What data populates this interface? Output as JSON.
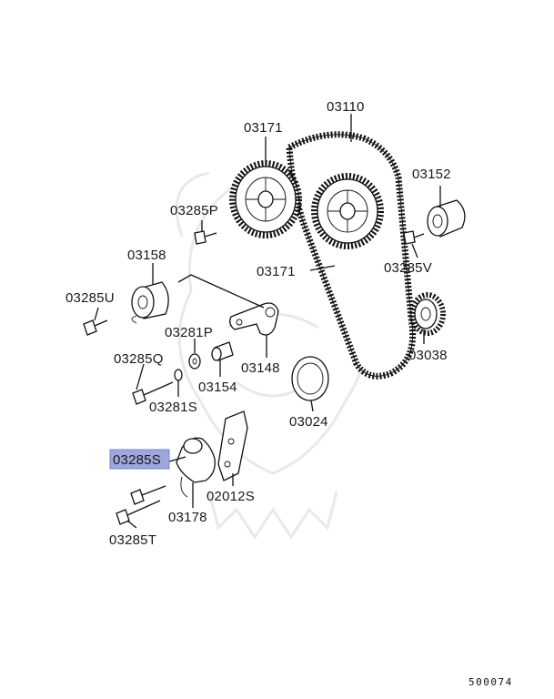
{
  "labels": {
    "p03110": "03110",
    "p03171_top": "03171",
    "p03152": "03152",
    "p03285P": "03285P",
    "p03171_bottom": "03171",
    "p03285V": "03285V",
    "p03158": "03158",
    "p03285U": "03285U",
    "p03038": "03038",
    "p03281P": "03281P",
    "p03285Q": "03285Q",
    "p03148": "03148",
    "p03154": "03154",
    "p03281S": "03281S",
    "p03024": "03024",
    "p03285S": "03285S",
    "p02012S": "02012S",
    "p03178": "03178",
    "p03285T": "03285T"
  },
  "diagram_code": "500074",
  "highlight_color": "#9ea7dc"
}
